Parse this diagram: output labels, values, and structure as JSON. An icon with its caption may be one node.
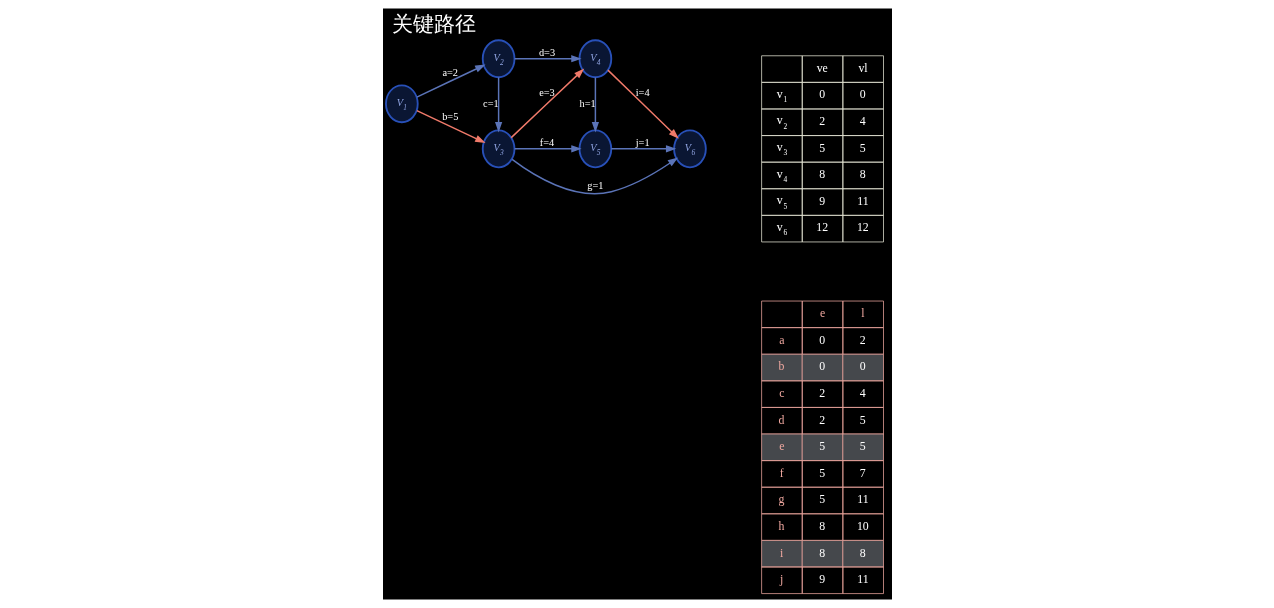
{
  "diagram": {
    "title": "关键路径",
    "nodes": [
      {
        "text": [
          "V$_{1}$"
        ]
      },
      {
        "text": [
          "V$_{2}$"
        ]
      },
      {
        "text": [
          "V$_{3}$"
        ]
      },
      {
        "text": [
          "V$_{4}$"
        ]
      },
      {
        "text": [
          "V$_{5}$"
        ]
      },
      {
        "text": [
          "V$_{6}$"
        ]
      }
    ],
    "edges": [
      {
        "from": 0,
        "to": 1,
        "arrow": "to",
        "label": "a=2"
      },
      {
        "from": 0,
        "to": 2,
        "arrow": "to",
        "label": "b=5",
        "color": "#f07a6a"
      },
      {
        "from": 1,
        "to": 2,
        "arrow": "to",
        "label": "c=1"
      },
      {
        "from": 1,
        "to": 3,
        "arrow": "to",
        "label": "d=3"
      },
      {
        "from": 2,
        "to": 3,
        "arrow": "to",
        "label": "e=3",
        "color": "#f07a6a"
      },
      {
        "from": 2,
        "to": 4,
        "arrow": "to",
        "label": "f=4"
      },
      {
        "from": 2,
        "to": 5,
        "arrow": "to",
        "label": "g=1"
      },
      {
        "from": 3,
        "to": 4,
        "arrow": "to",
        "label": "h=1"
      },
      {
        "from": 3,
        "to": 5,
        "arrow": "to",
        "label": "i=4",
        "color": "#f07a6a"
      },
      {
        "from": 4,
        "to": 5,
        "arrow": "to",
        "label": "j=1"
      }
    ],
    "labels": [
      "ve",
      "vl",
      "v$_{1}$",
      "0",
      "0",
      "v$_{2}$",
      "2",
      "4",
      "v$_{3}$",
      "5",
      "5",
      "v$_{4}$",
      "8",
      "8",
      "v$_{5}$",
      "9",
      "11",
      "v$_{6}$",
      "12",
      "12",
      "e",
      "l",
      "a",
      "0",
      "2",
      "b",
      "0",
      "0",
      "c",
      "2",
      "4",
      "d",
      "2",
      "5",
      "e",
      "5",
      "5",
      "f",
      "5",
      "7",
      "g",
      "5",
      "11",
      "h",
      "8",
      "10",
      "i",
      "8",
      "8",
      "j",
      "9",
      "11"
    ]
  }
}
